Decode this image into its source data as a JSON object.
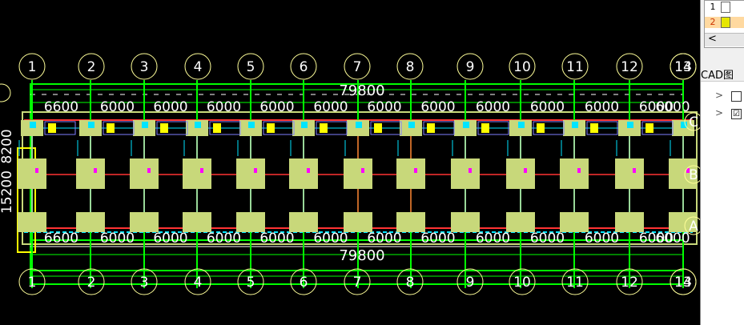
{
  "drawing": {
    "axis_labels": [
      "1",
      "2",
      "3",
      "4",
      "5",
      "6",
      "7",
      "8",
      "9",
      "10",
      "11",
      "12",
      "13",
      "14"
    ],
    "top_dimensions": [
      "6600",
      "6000",
      "6000",
      "6000",
      "6000",
      "6000",
      "6000",
      "6000",
      "6000",
      "6000",
      "6000",
      "6000",
      "6000",
      "6600"
    ],
    "bottom_dimensions": [
      "6600",
      "6000",
      "6000",
      "6000",
      "6000",
      "6000",
      "6000",
      "6000",
      "6000",
      "6000",
      "6000",
      "6000",
      "6000",
      "6600"
    ],
    "top_total": "79800",
    "bottom_total": "79800",
    "left_dim_a": "8200",
    "left_dim_b": "15200",
    "right_labels": [
      "C",
      "B",
      "A"
    ]
  },
  "right_panel": {
    "table_rows": [
      "1",
      "2"
    ],
    "scroll_left": "<",
    "title": "CAD图",
    "tree_items": [
      {
        "expander": ">",
        "checked": ""
      },
      {
        "expander": ">",
        "checked": "☑"
      }
    ]
  },
  "colors": {
    "background": "#000000",
    "grid_green": "#00ff00",
    "column_fill": "#c8d87a",
    "beam_red": "#ff3333",
    "cyan": "#00e5ff",
    "magenta": "#ff00ff",
    "yellow": "#ffff00",
    "white": "#ffffff"
  }
}
